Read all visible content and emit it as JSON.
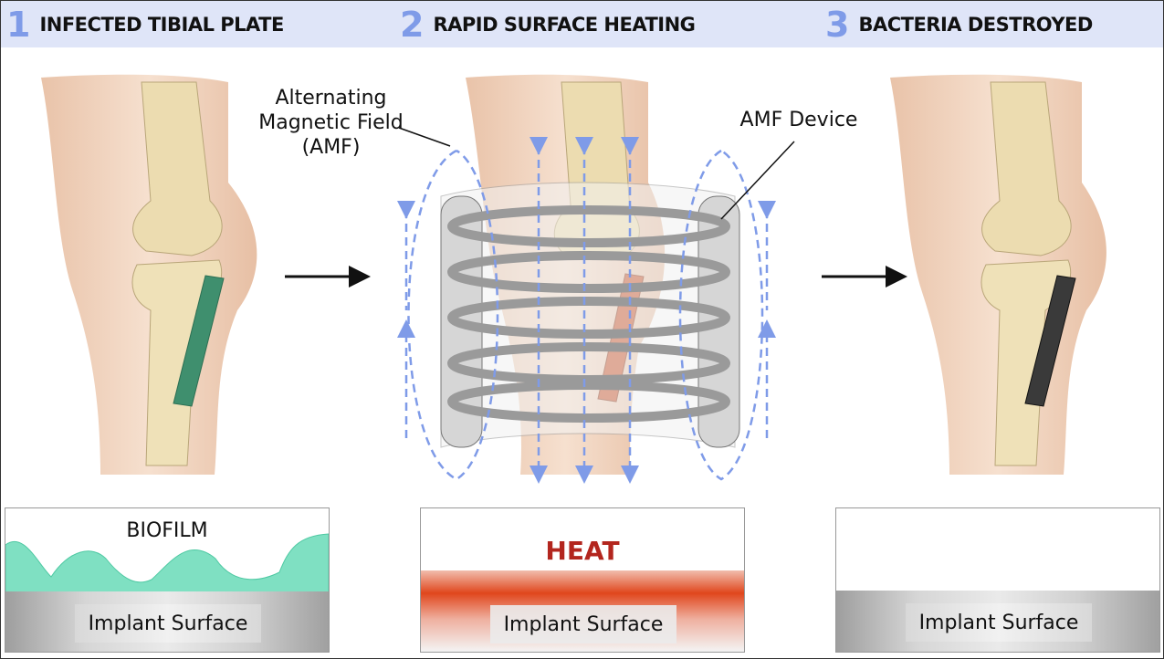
{
  "steps": [
    {
      "number": "1",
      "title": "INFECTED TIBIAL PLATE"
    },
    {
      "number": "2",
      "title": "RAPID SURFACE HEATING"
    },
    {
      "number": "3",
      "title": "BACTERIA DESTROYED"
    }
  ],
  "labels": {
    "amf": "Alternating Magnetic Field (AMF)",
    "device": "AMF Device"
  },
  "panels": [
    {
      "caption": "BIOFILM",
      "surface": "Implant Surface"
    },
    {
      "caption": "HEAT",
      "surface": "Implant Surface"
    },
    {
      "caption": "",
      "surface": "Implant Surface"
    }
  ],
  "colors": {
    "accent": "#7f9be8",
    "header_bg": "#dfe5f8",
    "biofilm": "#5fd3b0",
    "heat": "#b3261e",
    "plate_infected": "#3f8f6e",
    "plate_clean": "#3a3a3a"
  }
}
